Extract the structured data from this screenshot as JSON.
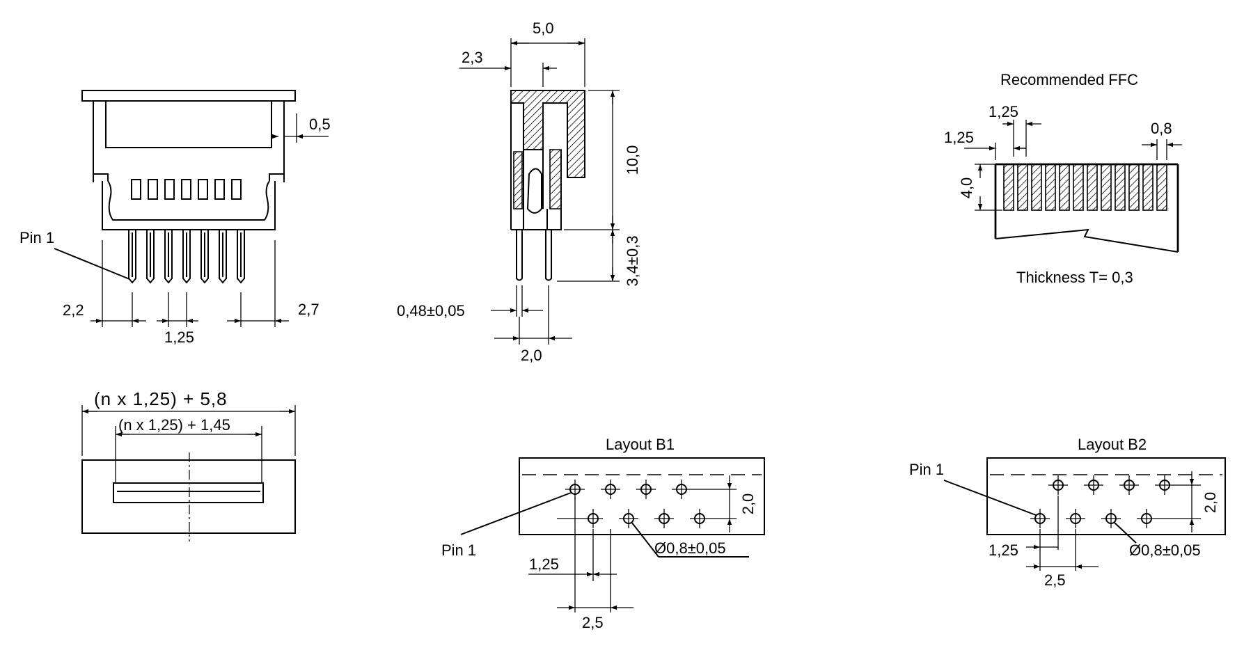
{
  "labels": {
    "pin1_front": "Pin 1",
    "pin1_b1": "Pin 1",
    "pin1_b2": "Pin 1",
    "recommended_ffc": "Recommended FFC",
    "thickness": "Thickness T= 0,3",
    "layout_b1": "Layout B1",
    "layout_b2": "Layout B2"
  },
  "dims": {
    "front_0_5": "0,5",
    "front_2_2": "2,2",
    "front_2_7": "2,7",
    "front_1_25": "1,25",
    "side_5_0": "5,0",
    "side_2_3": "2,3",
    "side_10_0": "10,0",
    "side_3_4": "3,4±0,3",
    "side_0_48": "0,48±0,05",
    "side_2_0": "2,0",
    "ffc_1_25_a": "1,25",
    "ffc_1_25_b": "1,25",
    "ffc_0_8": "0,8",
    "ffc_4_0": "4,0",
    "top_total": "(n x 1,25) + 5,8",
    "top_inner": "(n x 1,25) + 1,45",
    "b1_2_0": "2,0",
    "b1_dia": "Ø0,8±0,05",
    "b1_1_25": "1,25",
    "b1_2_5": "2,5",
    "b2_2_0": "2,0",
    "b2_dia": "Ø0,8±0,05",
    "b2_1_25": "1,25",
    "b2_2_5": "2,5"
  }
}
